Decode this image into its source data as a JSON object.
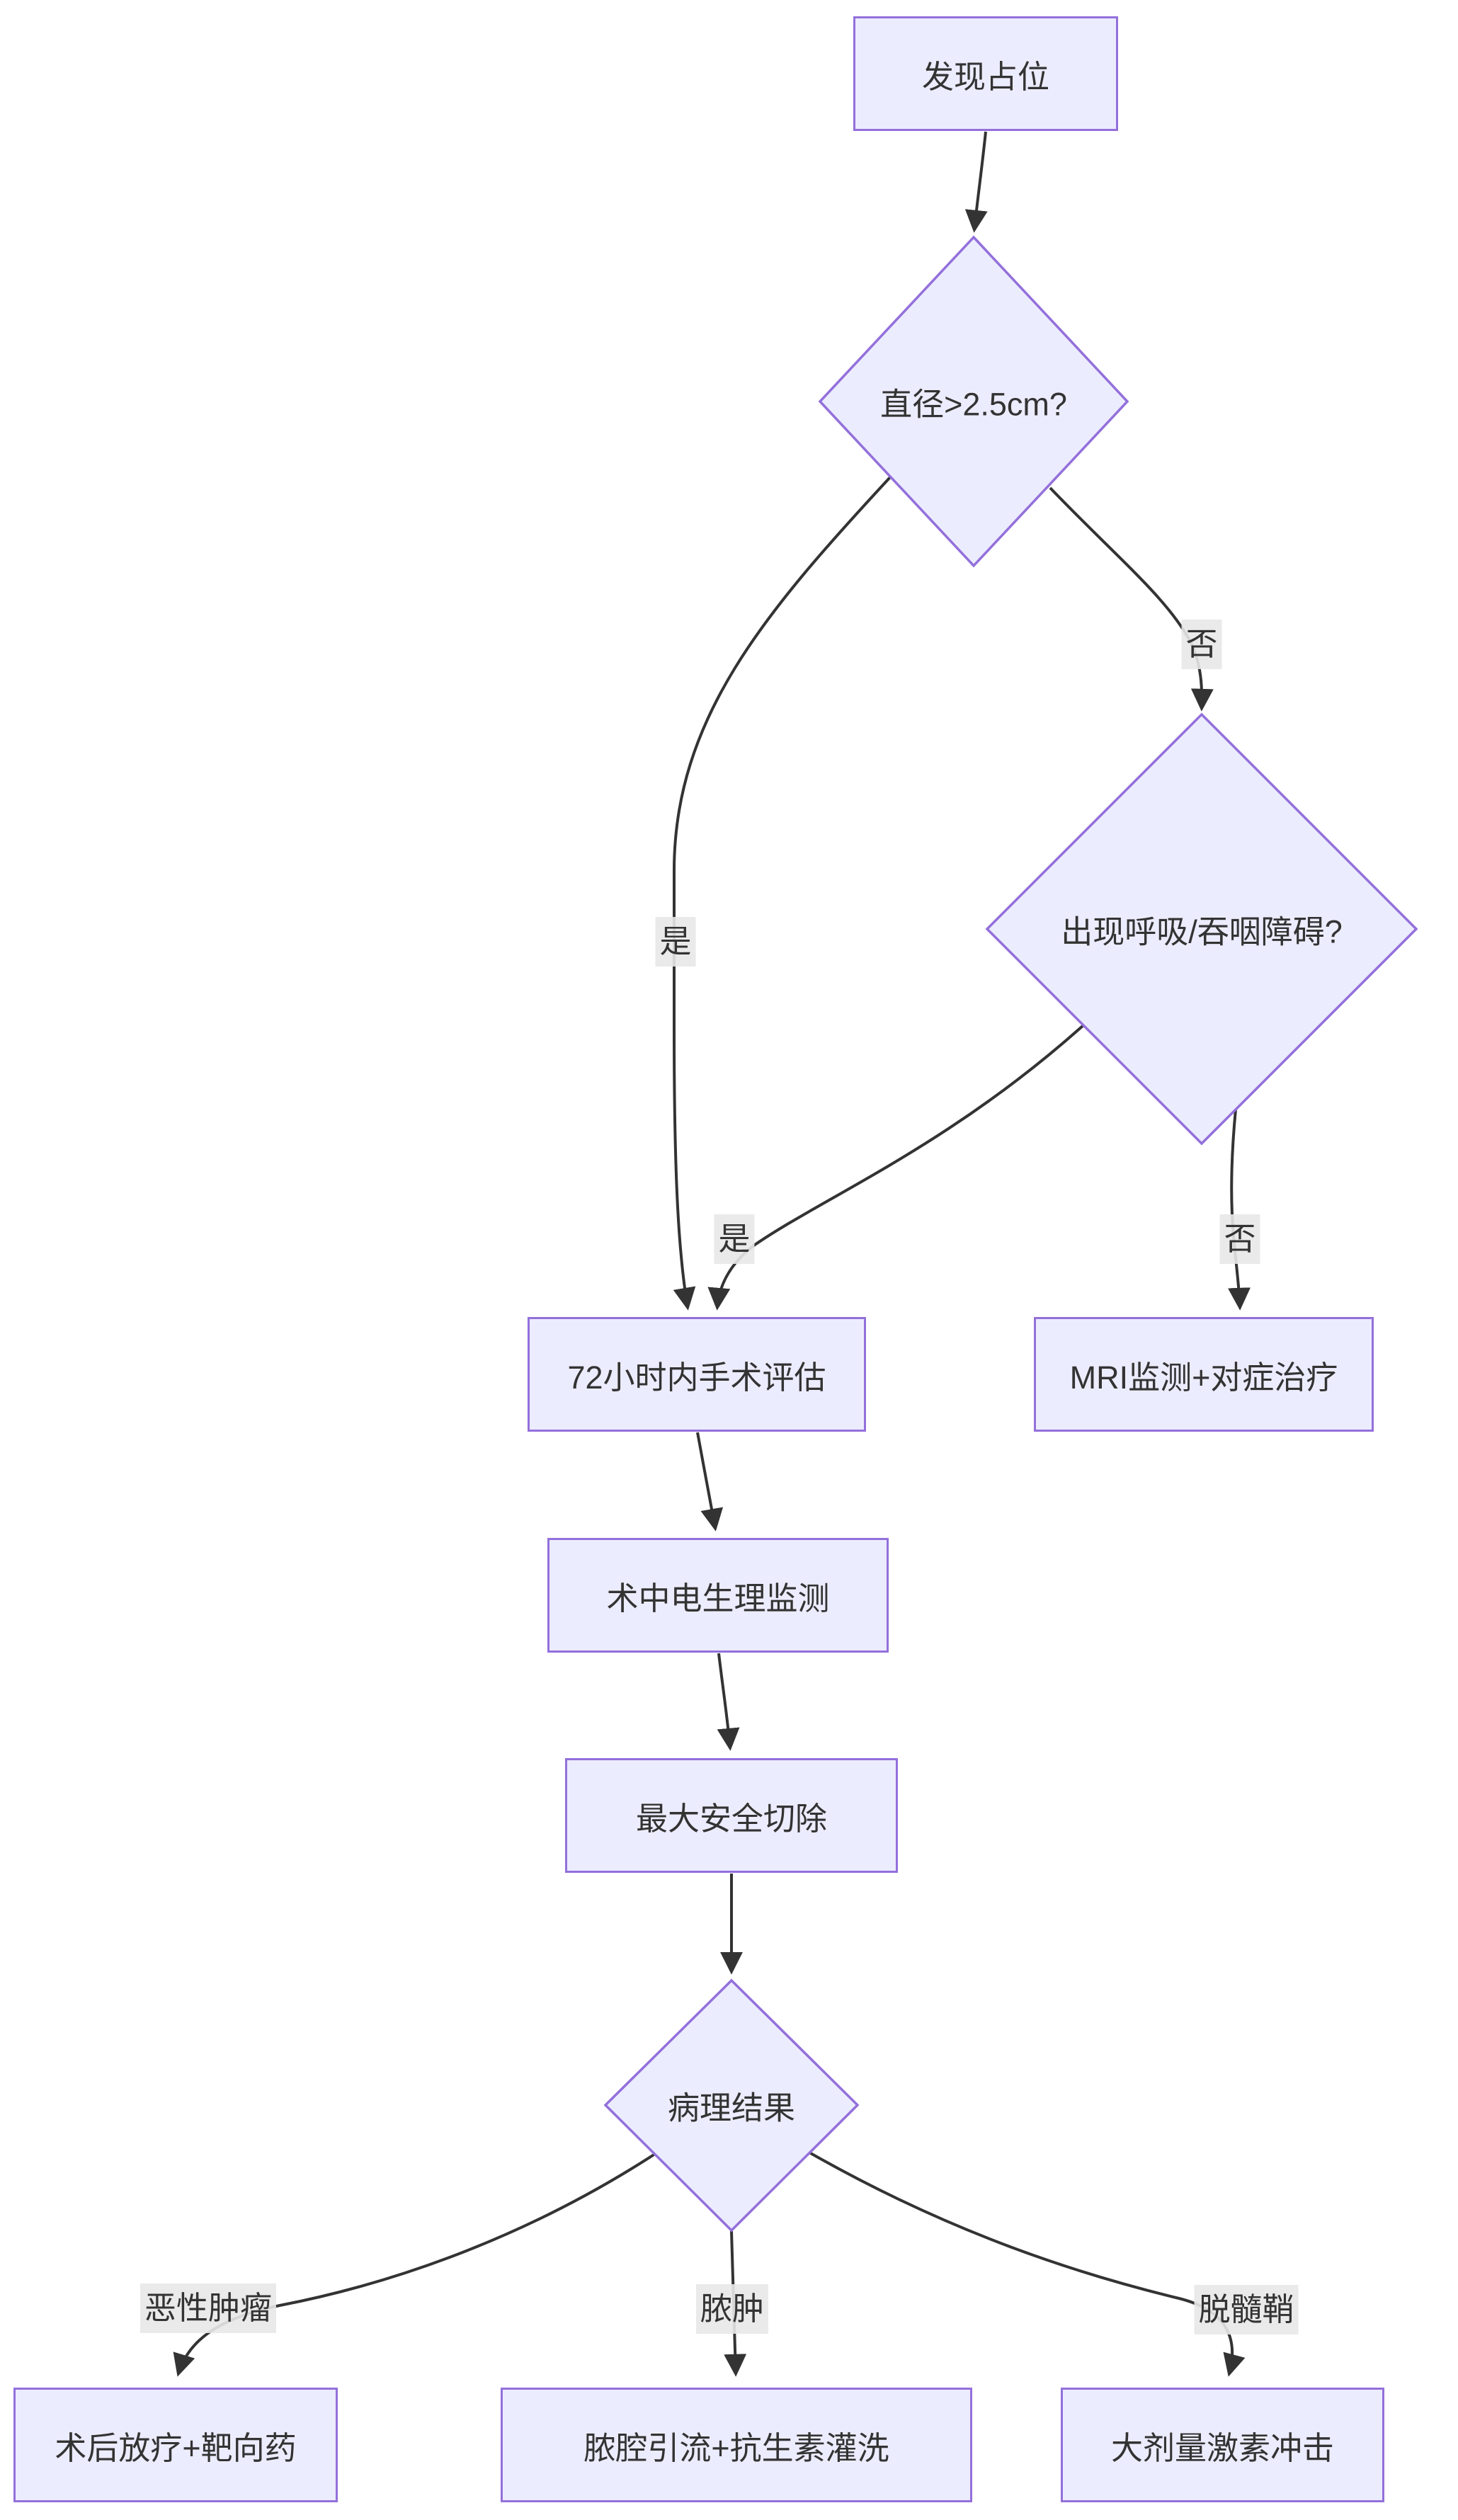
{
  "diagram": {
    "type": "flowchart",
    "direction": "top-down",
    "nodes": [
      {
        "id": "A",
        "shape": "rect",
        "label": "发现占位"
      },
      {
        "id": "B",
        "shape": "diamond",
        "label": "直径>2.5cm?"
      },
      {
        "id": "C",
        "shape": "diamond",
        "label": "出现呼吸/吞咽障碍?"
      },
      {
        "id": "D",
        "shape": "rect",
        "label": "72小时内手术评估"
      },
      {
        "id": "E",
        "shape": "rect",
        "label": "MRI监测+对症治疗"
      },
      {
        "id": "F",
        "shape": "rect",
        "label": "术中电生理监测"
      },
      {
        "id": "G",
        "shape": "rect",
        "label": "最大安全切除"
      },
      {
        "id": "H",
        "shape": "diamond",
        "label": "病理结果"
      },
      {
        "id": "I",
        "shape": "rect",
        "label": "术后放疗+靶向药"
      },
      {
        "id": "J",
        "shape": "rect",
        "label": "脓腔引流+抗生素灌洗"
      },
      {
        "id": "K",
        "shape": "rect",
        "label": "大剂量激素冲击"
      }
    ],
    "edges": [
      {
        "from": "A",
        "to": "B",
        "label": ""
      },
      {
        "from": "B",
        "to": "D",
        "label": "是"
      },
      {
        "from": "B",
        "to": "C",
        "label": "否"
      },
      {
        "from": "C",
        "to": "D",
        "label": "是"
      },
      {
        "from": "C",
        "to": "E",
        "label": "否"
      },
      {
        "from": "D",
        "to": "F",
        "label": ""
      },
      {
        "from": "F",
        "to": "G",
        "label": ""
      },
      {
        "from": "G",
        "to": "H",
        "label": ""
      },
      {
        "from": "H",
        "to": "I",
        "label": "恶性肿瘤"
      },
      {
        "from": "H",
        "to": "J",
        "label": "脓肿"
      },
      {
        "from": "H",
        "to": "K",
        "label": "脱髓鞘"
      }
    ],
    "colors": {
      "node_fill": "#ECECFF",
      "node_border": "#9370DB",
      "edge": "#333333",
      "edge_label_background": "#E8E8E8",
      "text": "#333333",
      "background": "#FFFFFF"
    }
  }
}
